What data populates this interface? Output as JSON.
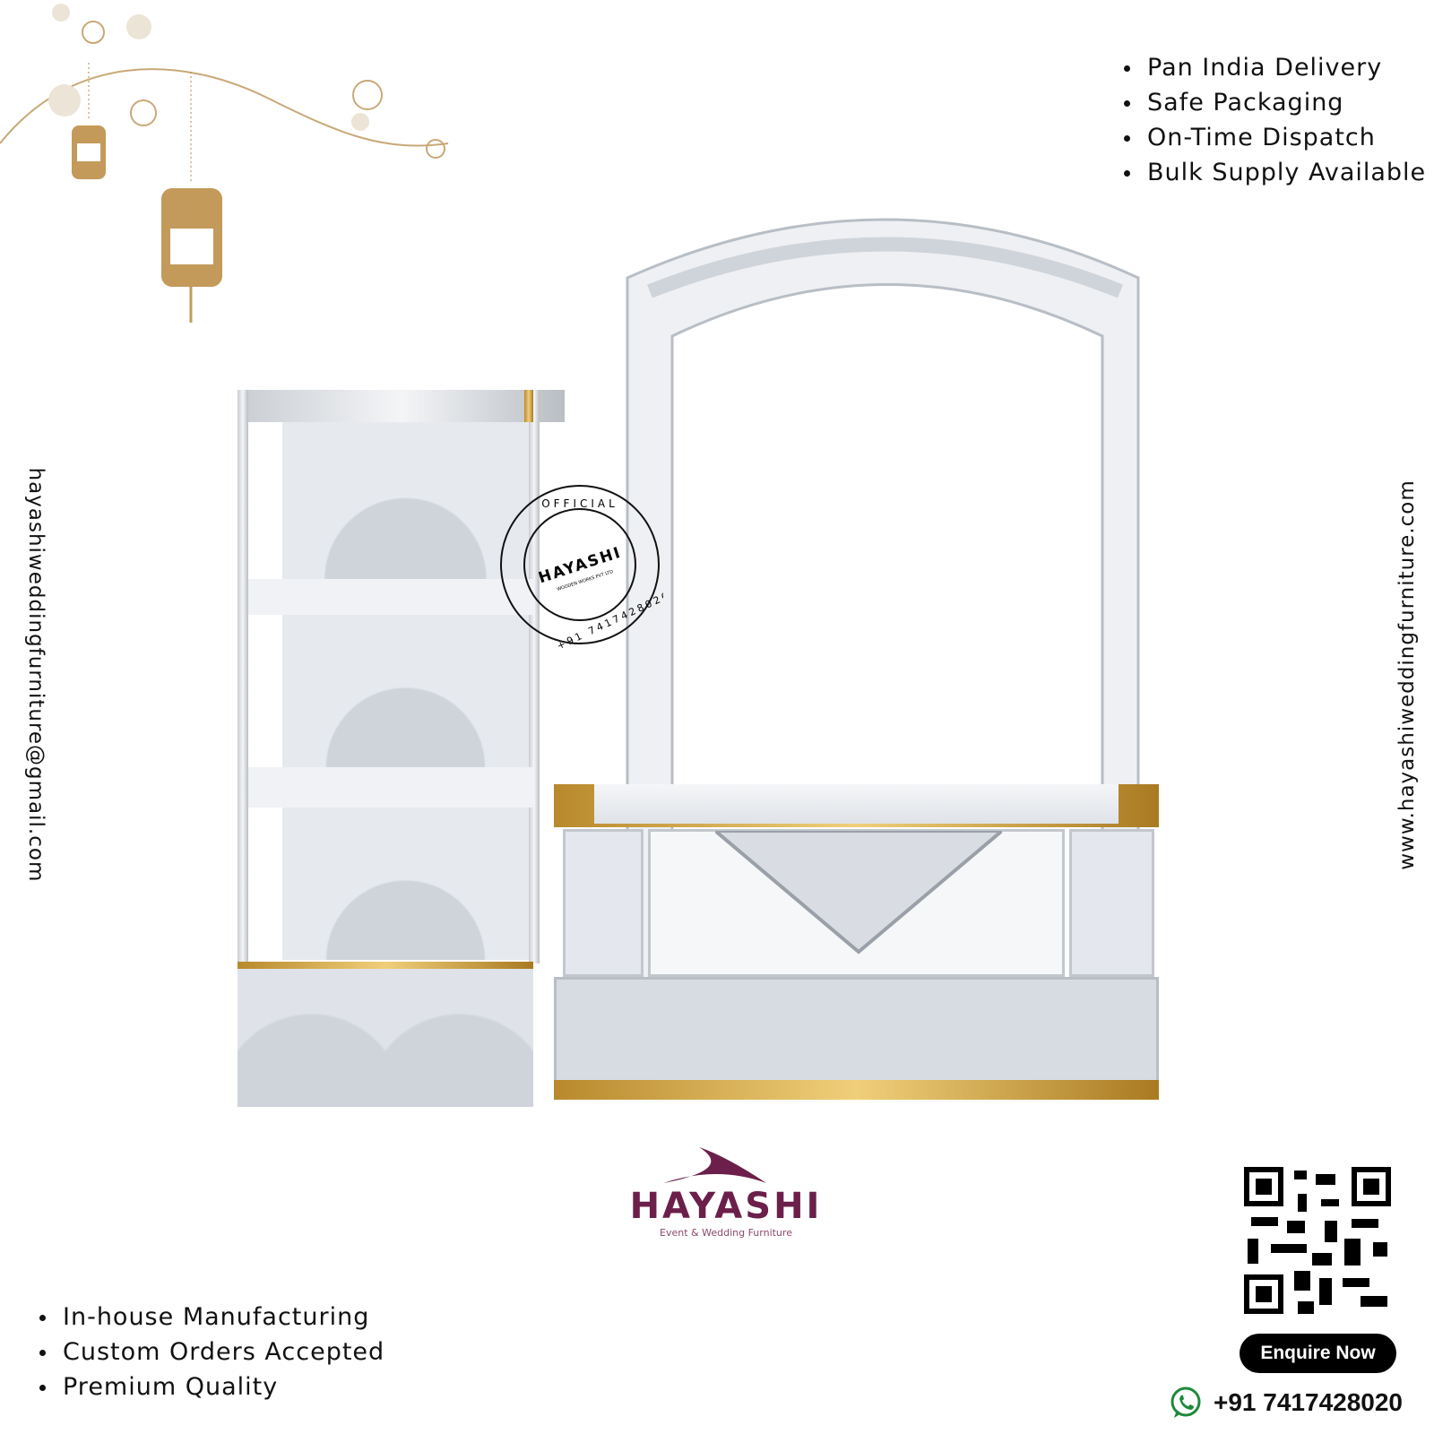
{
  "features_top": [
    "Pan India Delivery",
    "Safe Packaging",
    "On-Time Dispatch",
    "Bulk Supply Available"
  ],
  "features_bottom": [
    "In-house Manufacturing",
    "Custom Orders Accepted",
    "Premium Quality"
  ],
  "side_left": "hayashiweddingfurniture@gmail.com",
  "side_right": "www.hayashiweddingfurniture.com",
  "brand": {
    "name": "HAYASHI",
    "tagline": "Event & Wedding Furniture",
    "color": "#6b1f4a"
  },
  "stamp": {
    "top": "OFFICIAL",
    "name": "HAYASHI",
    "sub": "WOODEN WORKS PVT LTD",
    "phone": "+91 7417428020"
  },
  "cta": {
    "button": "Enquire Now",
    "phone": "+91 7417428020",
    "whatsapp_color": "#1f8a3a"
  },
  "icons": [
    "lantern-icon",
    "qr-code-icon",
    "whatsapp-icon"
  ]
}
